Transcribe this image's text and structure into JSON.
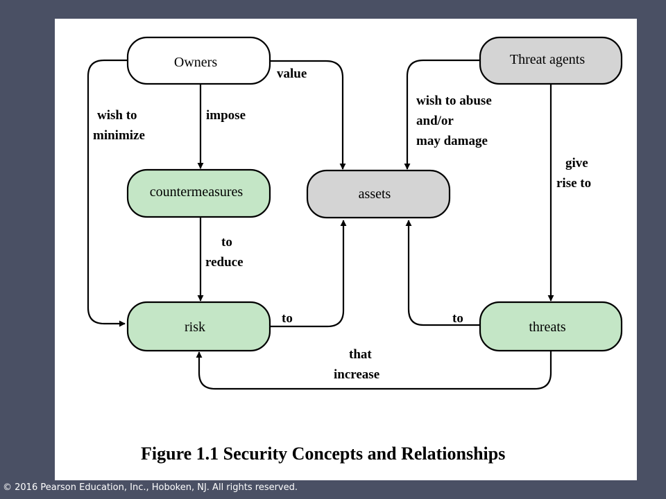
{
  "colors": {
    "background": "#4a5064",
    "panel": "#ffffff",
    "node_white": "#ffffff",
    "node_gray": "#d4d4d4",
    "node_green": "#c4e6c6",
    "stroke": "#000000"
  },
  "nodes": {
    "owners": "Owners",
    "threat_agents": "Threat agents",
    "countermeasures": "countermeasures",
    "assets": "assets",
    "risk": "risk",
    "threats": "threats"
  },
  "edges": {
    "value": "value",
    "wish_to_minimize": [
      "wish to",
      "minimize"
    ],
    "impose": "impose",
    "wish_to_abuse": [
      "wish to abuse",
      "and/or",
      "may damage"
    ],
    "give_rise_to": [
      "give",
      "rise to"
    ],
    "to_reduce": [
      "to",
      "reduce"
    ],
    "risk_to": "to",
    "threats_to": "to",
    "that_increase": [
      "that",
      "increase"
    ]
  },
  "caption": "Figure 1.1  Security Concepts and Relationships",
  "footer": "© 2016 Pearson Education, Inc., Hoboken, NJ.  All rights reserved."
}
